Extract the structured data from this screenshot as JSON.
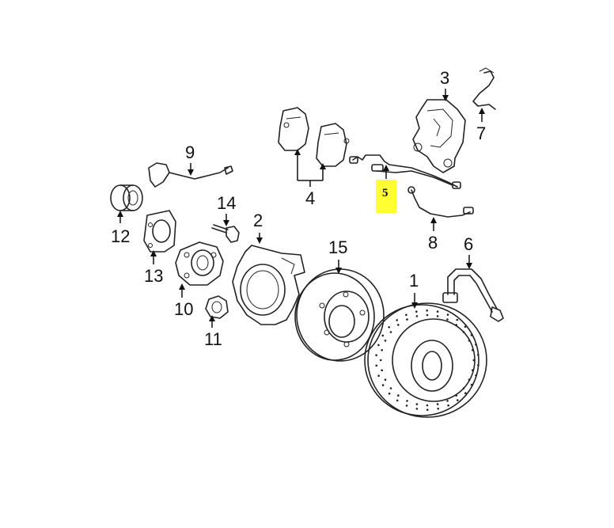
{
  "callouts": {
    "c1": "1",
    "c2": "2",
    "c3": "3",
    "c4": "4",
    "c5": "5",
    "c6": "6",
    "c7": "7",
    "c8": "8",
    "c9": "9",
    "c10": "10",
    "c11": "11",
    "c12": "12",
    "c13": "13",
    "c14": "14",
    "c15": "15"
  },
  "colors": {
    "highlight": "#ffff33",
    "line": "#222222",
    "background": "#ffffff"
  },
  "highlighted_callout": "5"
}
